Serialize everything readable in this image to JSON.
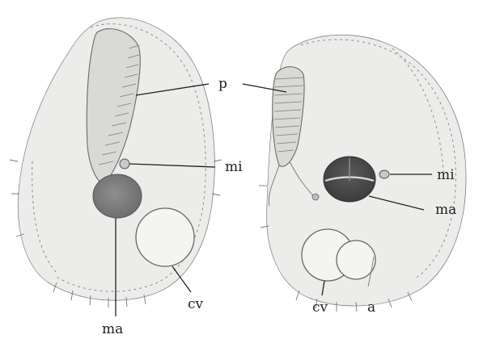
{
  "labels": {
    "left_p": "p",
    "left_mi": "mi",
    "left_ma": "ma",
    "left_cv": "cv",
    "right_mi": "mi",
    "right_ma": "ma",
    "right_cv": "cv",
    "right_a": "a"
  }
}
